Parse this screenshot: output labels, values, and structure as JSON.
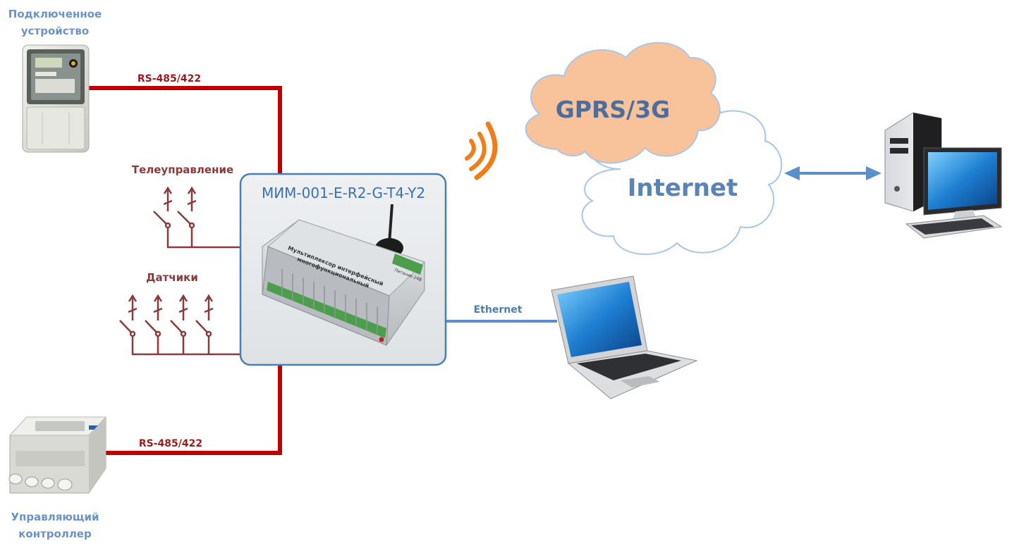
{
  "labels": {
    "connected_device": [
      "Подключенное",
      "устройство"
    ],
    "rs485_top": "RS-485/422",
    "rs485_bottom": "RS-485/422",
    "telecontrol": "Телеуправление",
    "sensors": "Датчики",
    "controller": [
      "Управляющий",
      "контроллер"
    ],
    "device_title": "МИМ-001-E-R2-G-T4-Y2",
    "ethernet": "Ethernet",
    "cloud_gprs": "GPRS/3G",
    "cloud_internet": "Internet"
  },
  "device_faceplate": {
    "line1": "Мультиплексор интерфейсный",
    "line2": "многофункциональный",
    "power": "Питание 24В"
  },
  "colors": {
    "rs485_wire": "#c00000",
    "switch_lines": "#8a3a3a",
    "ethernet_line": "#5b8fc9",
    "gprs_cloud": "#f8c39b",
    "internet_cloud": "#ffffff",
    "wifi_waves": "#f07d1a",
    "device_border": "#4a7fb5"
  },
  "icons": {
    "meter": "electric-meter-icon",
    "controller": "controller-box-icon",
    "desktop": "desktop-pc-icon",
    "laptop": "laptop-icon",
    "wireless": "wireless-signal-icon",
    "link_arrow": "double-arrow-icon"
  }
}
